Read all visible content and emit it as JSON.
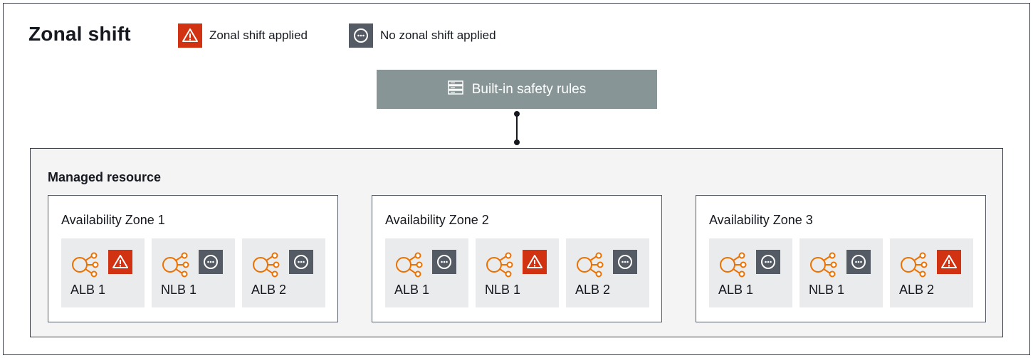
{
  "title": "Zonal shift",
  "legend": {
    "applied": {
      "label": "Zonal shift applied",
      "color": "#d13212",
      "icon": "warning-icon"
    },
    "not_applied": {
      "label": "No zonal shift applied",
      "color": "#545b64",
      "icon": "ellipsis-icon"
    }
  },
  "safety_rules": {
    "label": "Built-in safety rules",
    "icon": "rules-stack-icon",
    "color": "#879596"
  },
  "managed_resource": {
    "label": "Managed resource",
    "zones": [
      {
        "label": "Availability Zone 1",
        "resources": [
          {
            "name": "ALB 1",
            "status": "applied"
          },
          {
            "name": "NLB 1",
            "status": "not_applied"
          },
          {
            "name": "ALB 2",
            "status": "not_applied"
          }
        ]
      },
      {
        "label": "Availability Zone 2",
        "resources": [
          {
            "name": "ALB 1",
            "status": "not_applied"
          },
          {
            "name": "NLB 1",
            "status": "applied"
          },
          {
            "name": "ALB 2",
            "status": "not_applied"
          }
        ]
      },
      {
        "label": "Availability Zone 3",
        "resources": [
          {
            "name": "ALB 1",
            "status": "not_applied"
          },
          {
            "name": "NLB 1",
            "status": "not_applied"
          },
          {
            "name": "ALB 2",
            "status": "applied"
          }
        ]
      }
    ]
  },
  "load_balancer_icon": {
    "name": "load-balancer-icon",
    "color": "#ed7100"
  }
}
